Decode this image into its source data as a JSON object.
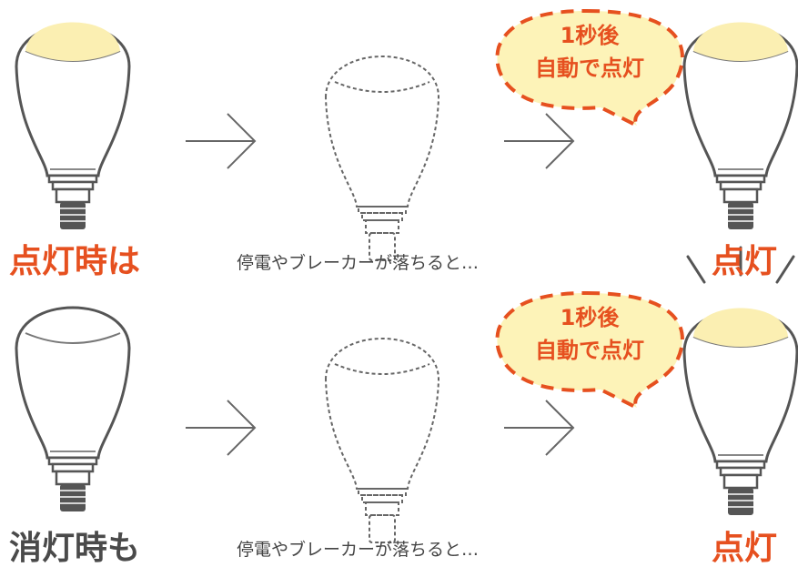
{
  "rows": [
    {
      "state_label": "点灯時は",
      "caption": "停電やブレーカーが落ちると…",
      "bubble": {
        "line1": "1秒後",
        "line2": "自動で点灯"
      },
      "result_label": "点灯",
      "initial_bulb_lit": true
    },
    {
      "state_label": "消灯時も",
      "caption": "停電やブレーカーが落ちると…",
      "bubble": {
        "line1": "1秒後",
        "line2": "自動で点灯"
      },
      "result_label": "点灯",
      "initial_bulb_lit": false
    }
  ],
  "colors": {
    "accent": "#e6501f",
    "bulb_glow": "#fbefb2",
    "bubble_fill": "#fdf3b8",
    "outline": "#555555"
  }
}
